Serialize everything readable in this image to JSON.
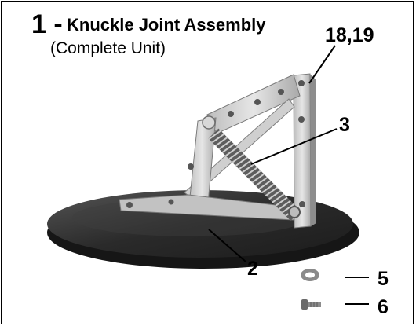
{
  "title": {
    "number": "1 -",
    "name": "Knuckle Joint Assembly",
    "subtitle": "(Complete Unit)"
  },
  "callouts": {
    "hinge_plates": "18,19",
    "spring": "3",
    "disc": "2",
    "washer": "5",
    "bolt": "6"
  },
  "colors": {
    "border": "#000000",
    "background": "#ffffff",
    "metal": "#c9c9c9",
    "disc": "#2f2f2f"
  }
}
